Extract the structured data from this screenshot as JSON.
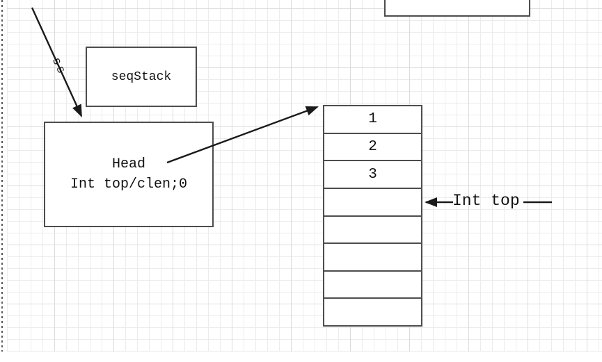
{
  "colors": {
    "connector": "#1a1a1a",
    "box_border": "#4d4d4d",
    "grid_minor": "#ececec",
    "grid_major": "#dcdcdc",
    "background": "#ffffff"
  },
  "seqstack_box": {
    "label": "seqStack"
  },
  "head_box": {
    "line1": "Head",
    "line2": "Int top/clen;0"
  },
  "ss_arrow": {
    "label": "ss"
  },
  "int_top_pointer": {
    "label": "Int top"
  },
  "stack": {
    "cells": [
      "1",
      "2",
      "3",
      "",
      "",
      "",
      "",
      ""
    ]
  }
}
